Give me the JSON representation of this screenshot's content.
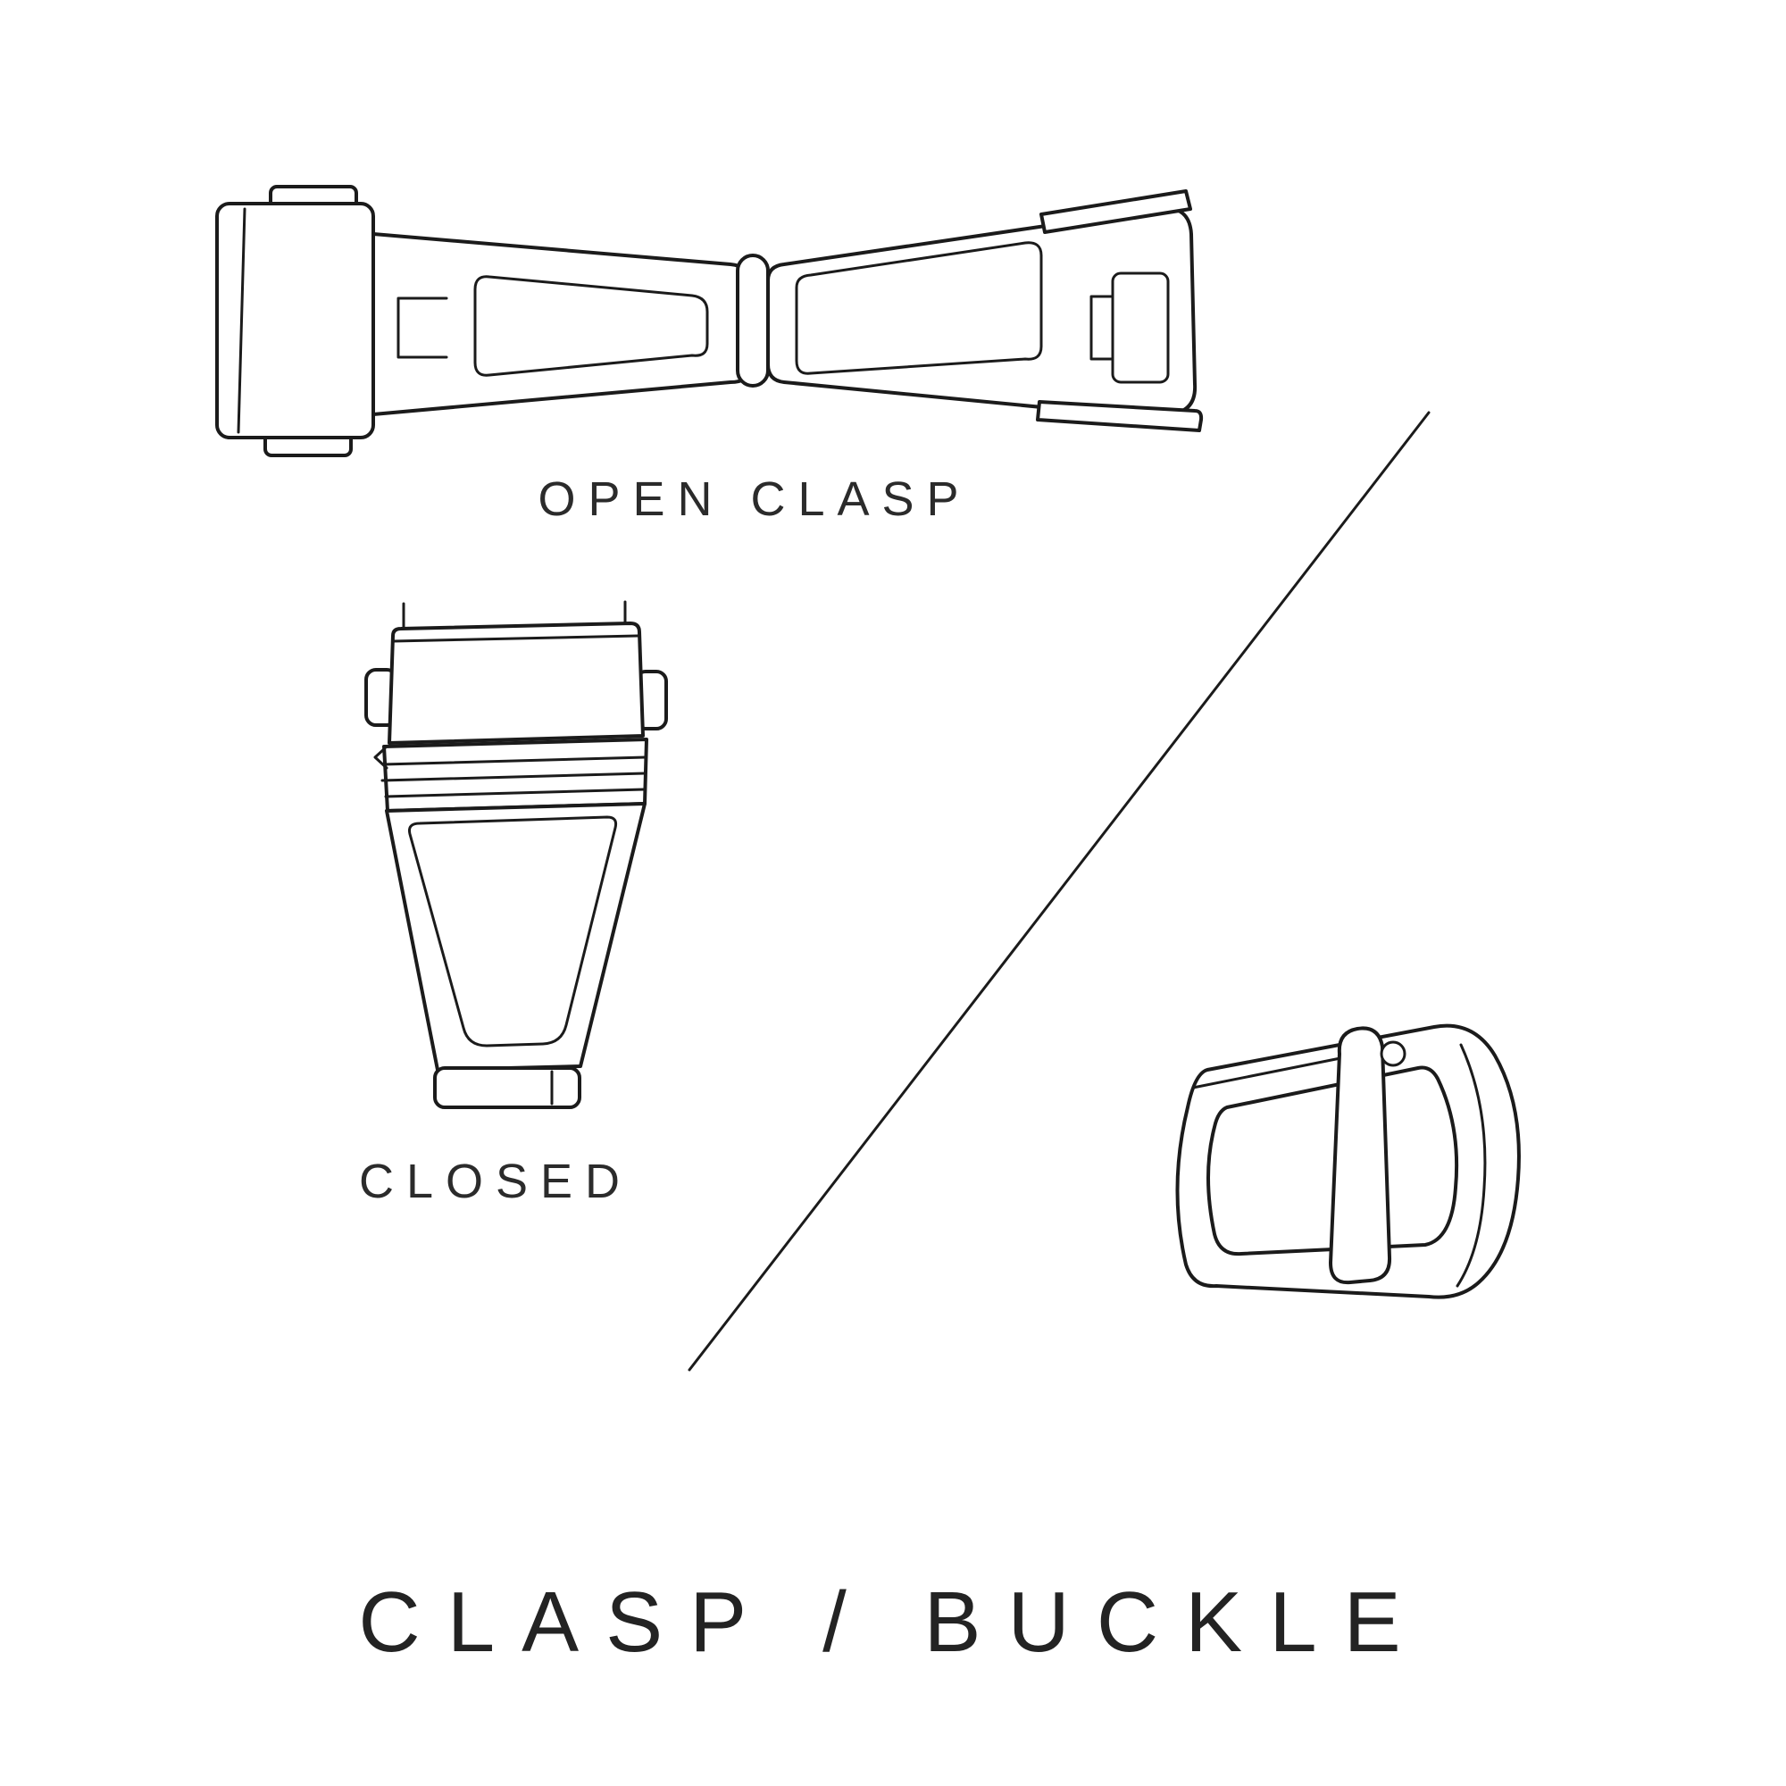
{
  "canvas": {
    "background_color": "#ffffff",
    "line_color": "#1b1b1b",
    "text_color": "#2b2b2b"
  },
  "title": "CLASP / BUCKLE",
  "figures": {
    "open_clasp": {
      "label": "OPEN CLASP"
    },
    "closed_clasp": {
      "label": "CLOSED"
    }
  }
}
